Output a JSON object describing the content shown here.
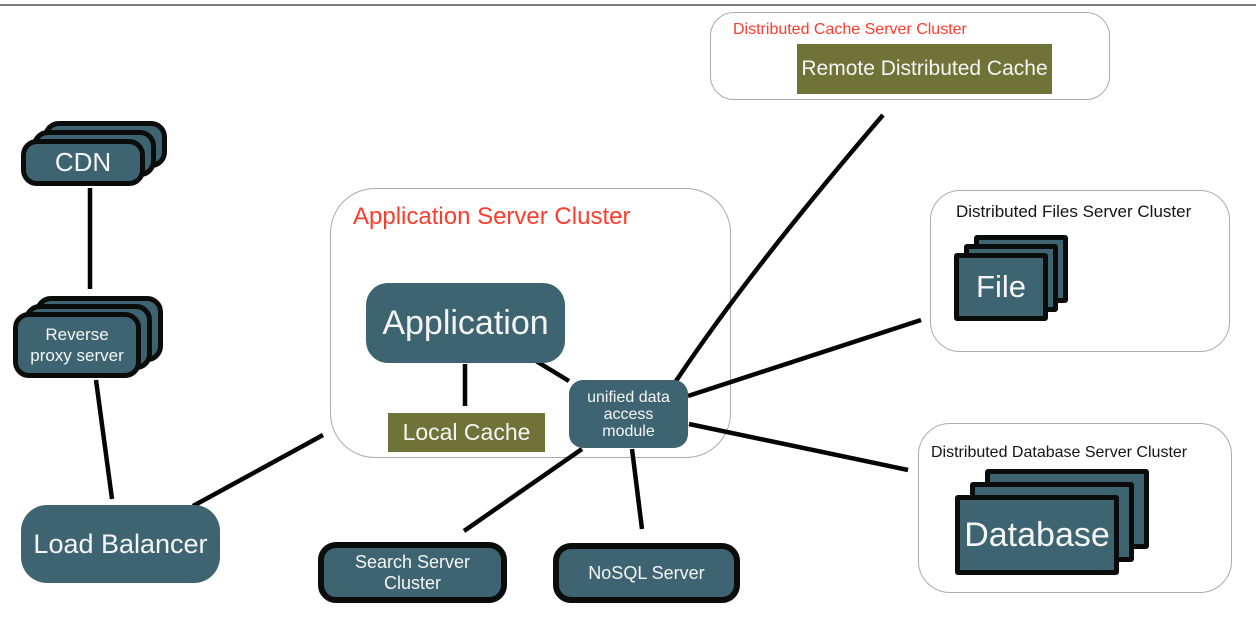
{
  "nodes": {
    "cdn": {
      "label": "CDN"
    },
    "reverse_proxy": {
      "label": "Reverse\nproxy server"
    },
    "load_balancer": {
      "label": "Load Balancer"
    },
    "application": {
      "label": "Application"
    },
    "local_cache": {
      "label": "Local Cache"
    },
    "unified_data_access_module": {
      "label": "unified data\naccess\nmodule"
    },
    "remote_distributed_cache": {
      "label": "Remote Distributed Cache"
    },
    "file": {
      "label": "File"
    },
    "database": {
      "label": "Database"
    },
    "search_server_cluster": {
      "label": "Search Server Cluster"
    },
    "nosql_server": {
      "label": "NoSQL Server"
    }
  },
  "clusters": {
    "application_server": {
      "label": "Application Server Cluster"
    },
    "distributed_cache": {
      "label": "Distributed Cache Server Cluster"
    },
    "distributed_files": {
      "label": "Distributed Files Server Cluster"
    },
    "distributed_database": {
      "label": "Distributed Database Server Cluster"
    }
  },
  "colors": {
    "node_teal": "#3d6470",
    "node_olive": "#6f7338",
    "cluster_label_red": "#fb3d2e",
    "cluster_label_black": "#141414",
    "cluster_border_gray": "#ababab",
    "node_border_black": "#0b0d0d",
    "arrow_black": "#050505",
    "text_white": "#f4f6f5"
  }
}
